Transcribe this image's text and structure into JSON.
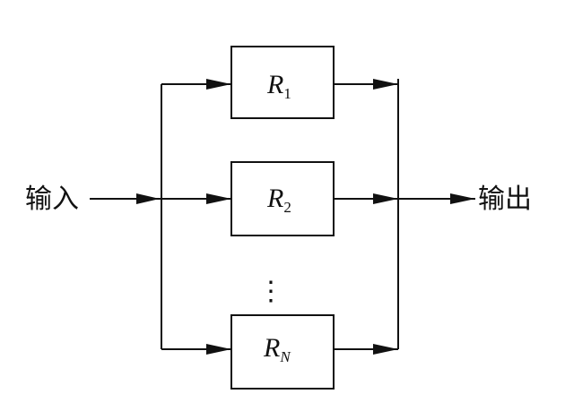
{
  "input_label": "输入",
  "output_label": "输出",
  "blocks": [
    {
      "base": "R",
      "sub": "1"
    },
    {
      "base": "R",
      "sub": "2"
    },
    {
      "base": "R",
      "sub": "N"
    }
  ],
  "ellipsis": "⋮"
}
